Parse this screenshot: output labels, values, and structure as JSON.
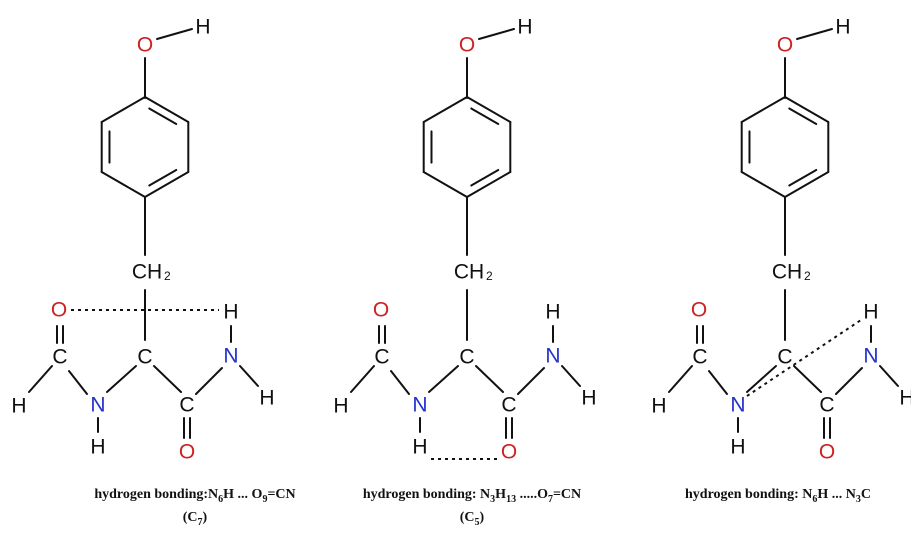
{
  "colors": {
    "oxygen": "#cc2222",
    "nitrogen": "#2233cc",
    "carbon": "#111111",
    "bond": "#111111"
  },
  "atoms": {
    "O": "O",
    "H": "H",
    "N": "N",
    "C": "C",
    "CH": "CH",
    "two": "2"
  },
  "panels": [
    {
      "id": "c7",
      "caption_prefix": "hydrogen bonding:N",
      "caption_parts": [
        "6",
        "H ... O",
        "9",
        "=CN"
      ],
      "caption_line2_parts": [
        "(C",
        "7",
        ")"
      ]
    },
    {
      "id": "c5",
      "caption_prefix": "hydrogen bonding: N",
      "caption_parts": [
        "3",
        "H",
        "13",
        " .....O",
        "7",
        "=CN"
      ],
      "caption_line2_parts": [
        "(C",
        "5",
        ")"
      ]
    },
    {
      "id": "nh",
      "caption_prefix": "hydrogen bonding: N",
      "caption_parts": [
        "6",
        "H ... N",
        "3",
        "C"
      ],
      "caption_line2_parts": []
    }
  ]
}
